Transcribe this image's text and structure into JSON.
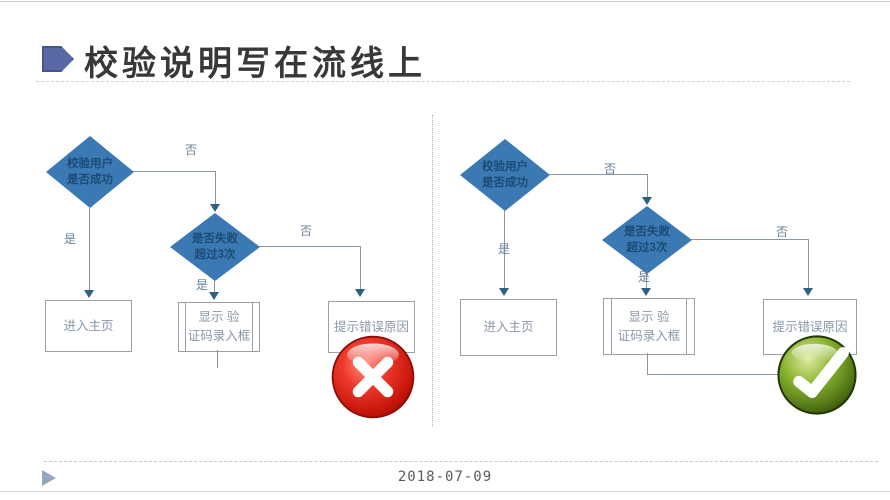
{
  "title": {
    "text": "校验说明写在流线上"
  },
  "footer": {
    "date": "2018-07-09"
  },
  "icons": {
    "title_bullet": "arrow-pentagon-bullet",
    "left_result": "error-cross-orb",
    "right_result": "success-check-orb",
    "footer_marker": "play-triangle"
  },
  "colors": {
    "diamond_fill": "#3a79b3",
    "diamond_text": "#1c4b74",
    "connector_line": "#8796a4",
    "arrowhead": "#2e607f",
    "box_text": "#8a97a8",
    "error_red": "#c8150a",
    "success_green": "#6e9a22",
    "bullet_blue": "#5a68a5"
  },
  "flowcharts": [
    {
      "decision_top": "校验用户\n是否成功",
      "decision_retry": "是否失败\n超过3次",
      "process_home": "进入主页",
      "process_captcha": "显示  验\n证码录入框",
      "process_error": "提示错误原因",
      "label_no_top": "否",
      "label_yes_top": "是",
      "label_no_retry": "否",
      "label_yes_retry": "是"
    },
    {
      "decision_top": "校验用户\n是否成功",
      "decision_retry": "是否失败\n超过3次",
      "process_home": "进入主页",
      "process_captcha": "显示  验\n证码录入框",
      "process_error": "提示错误原因",
      "label_no_top": "否",
      "label_yes_top": "是",
      "label_no_retry": "否",
      "label_yes_retry": "是"
    }
  ]
}
